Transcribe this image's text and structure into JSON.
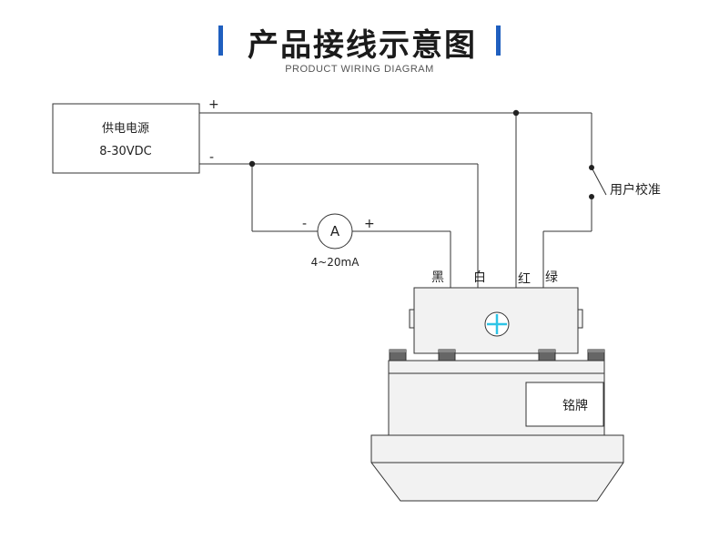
{
  "header": {
    "title": "产品接线示意图",
    "subtitle": "PRODUCT WIRING DIAGRAM"
  },
  "power_supply": {
    "name": "供电电源",
    "voltage": "8-30VDC",
    "plus_label": "+",
    "minus_label": "-"
  },
  "ammeter": {
    "symbol": "A",
    "minus_label": "-",
    "plus_label": "+",
    "range": "4~20mA"
  },
  "calibration": {
    "label": "用户校准"
  },
  "wires": {
    "black": "黑",
    "white": "白",
    "red": "红",
    "green": "绿"
  },
  "device": {
    "nameplate": "铭牌"
  },
  "colors": {
    "accent": "#1f5fbf",
    "line": "#333333",
    "fill": "#f2f2f2",
    "crosshair": "#2ec4e6"
  }
}
